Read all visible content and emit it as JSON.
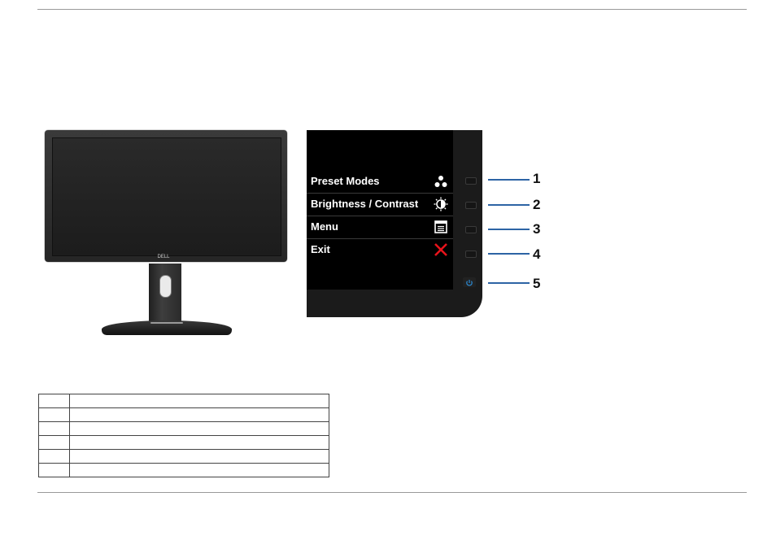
{
  "monitor": {
    "logo_text": "DELL"
  },
  "osd": {
    "items": [
      {
        "label": "Preset Modes",
        "icon": "preset-modes-icon"
      },
      {
        "label": "Brightness / Contrast",
        "icon": "brightness-contrast-icon"
      },
      {
        "label": "Menu",
        "icon": "menu-icon"
      },
      {
        "label": "Exit",
        "icon": "exit-icon"
      }
    ],
    "power_icon": "power-icon"
  },
  "callouts": [
    "1",
    "2",
    "3",
    "4",
    "5"
  ],
  "colors": {
    "callout_line": "#2d64a5",
    "exit_red": "#e8131b",
    "power_blue": "#2a8bd6"
  },
  "table": {
    "rows": [
      {
        "num": "",
        "text": ""
      },
      {
        "num": "",
        "text": ""
      },
      {
        "num": "",
        "text": ""
      },
      {
        "num": "",
        "text": ""
      },
      {
        "num": "",
        "text": ""
      },
      {
        "num": "",
        "text": ""
      }
    ]
  }
}
